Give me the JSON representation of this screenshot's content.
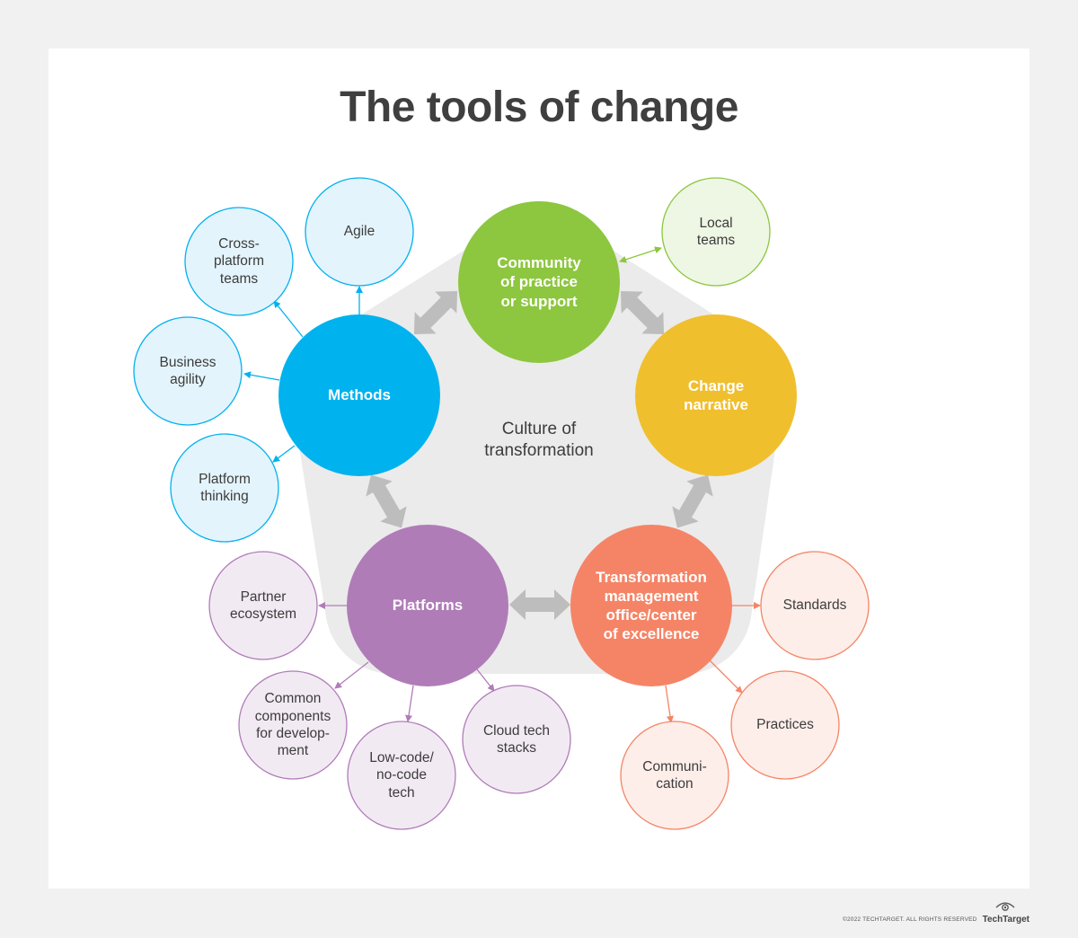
{
  "title": "The tools of change",
  "center_label": "Culture of\ntransformation",
  "colors": {
    "methods": "#00b2ee",
    "community": "#8dc63f",
    "change_narrative": "#f0bf2e",
    "tmo": "#f58466",
    "platforms": "#b07cb8",
    "hub": "#ebebeb",
    "arrow": "#bdbdbd"
  },
  "nodes": {
    "methods": "Methods",
    "community": "Community\nof practice\nor support",
    "change_narrative": "Change\nnarrative",
    "tmo": "Transformation\nmanagement\noffice/center\nof excellence",
    "platforms": "Platforms"
  },
  "methods_items": {
    "agile": "Agile",
    "cross_platform": "Cross-\nplatform\nteams",
    "business_agility": "Business\nagility",
    "platform_thinking": "Platform\nthinking"
  },
  "community_items": {
    "local_teams": "Local\nteams"
  },
  "platforms_items": {
    "partner": "Partner\necosystem",
    "common": "Common\ncomponents\nfor develop-\nment",
    "lowcode": "Low-code/\nno-code\ntech",
    "cloud": "Cloud tech\nstacks"
  },
  "tmo_items": {
    "standards": "Standards",
    "practices": "Practices",
    "communication": "Communi-\ncation"
  },
  "footer": {
    "copyright": "©2022 TECHTARGET. ALL RIGHTS RESERVED",
    "brand": "TechTarget"
  }
}
